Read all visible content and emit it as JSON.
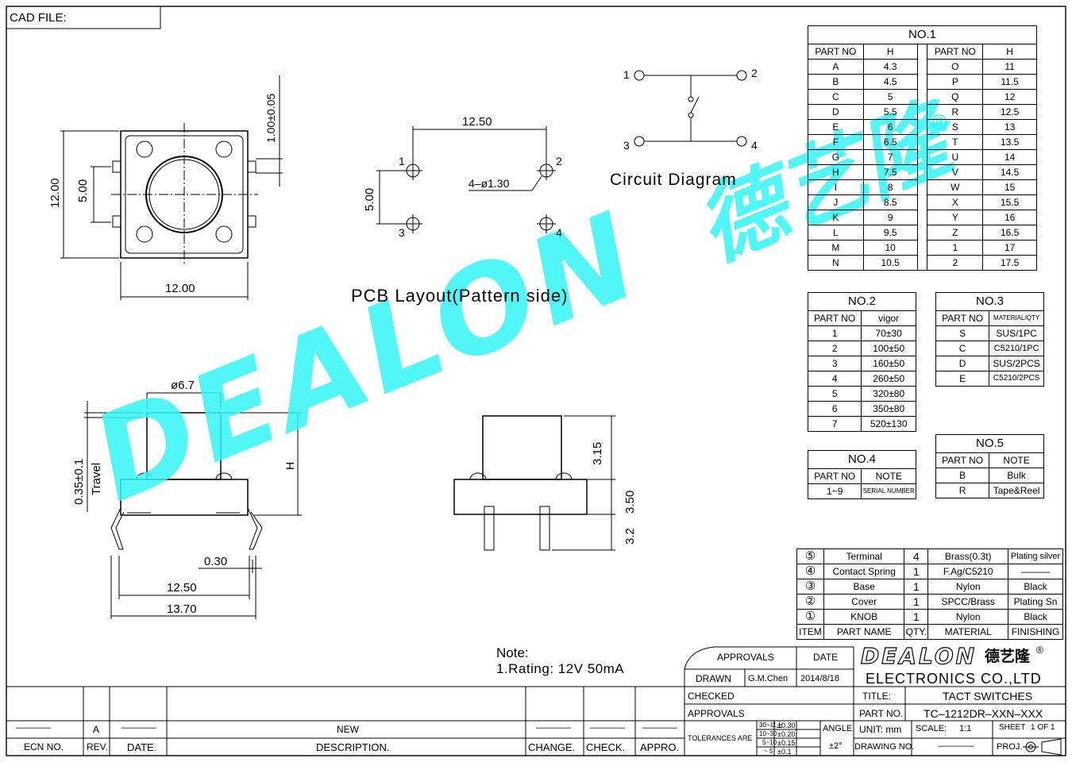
{
  "cad_file_label": "CAD FILE:",
  "watermark": {
    "brand": "DEALON",
    "cn": "德艺隆",
    "reg": "®",
    "color": "#33f5f5"
  },
  "top_view": {
    "h_dim": "12.00",
    "w_dim": "12.00",
    "pin_dim": "5.00",
    "gap_dim": "1.00±0.05"
  },
  "pcb": {
    "pitch": "12.50",
    "spacing": "5.00",
    "hole_note": "4–ø1.30",
    "pins": [
      "1",
      "2",
      "3",
      "4"
    ],
    "title": "PCB Layout(Pattern side)"
  },
  "circuit": {
    "title": "Circuit Diagram",
    "pins": [
      "1",
      "2",
      "3",
      "4"
    ]
  },
  "side_view": {
    "knob_dia": "ø6.7",
    "travel": "0.35±0.1",
    "travel_label": "Travel",
    "h_label": "H",
    "lead": "0.30",
    "pitch": "12.50",
    "overall": "13.70"
  },
  "front_view": {
    "d1": "3.15",
    "d2": "3.50",
    "d3": "3.2"
  },
  "note": {
    "title": "Note:",
    "line1": "1.Rating: 12V 50mA"
  },
  "no1": {
    "title": "NO.1",
    "headers": [
      "PART NO",
      "H",
      "PART NO",
      "H"
    ],
    "rows": [
      [
        "A",
        "4.3",
        "O",
        "11"
      ],
      [
        "B",
        "4.5",
        "P",
        "11.5"
      ],
      [
        "C",
        "5",
        "Q",
        "12"
      ],
      [
        "D",
        "5.5",
        "R",
        "12.5"
      ],
      [
        "E",
        "6",
        "S",
        "13"
      ],
      [
        "F",
        "6.5",
        "T",
        "13.5"
      ],
      [
        "G",
        "7",
        "U",
        "14"
      ],
      [
        "H",
        "7.5",
        "V",
        "14.5"
      ],
      [
        "I",
        "8",
        "W",
        "15"
      ],
      [
        "J",
        "8.5",
        "X",
        "15.5"
      ],
      [
        "K",
        "9",
        "Y",
        "16"
      ],
      [
        "L",
        "9.5",
        "Z",
        "16.5"
      ],
      [
        "M",
        "10",
        "1",
        "17"
      ],
      [
        "N",
        "10.5",
        "2",
        "17.5"
      ]
    ]
  },
  "no2": {
    "title": "NO.2",
    "headers": [
      "PART NO",
      "vigor"
    ],
    "rows": [
      [
        "1",
        "70±30"
      ],
      [
        "2",
        "100±50"
      ],
      [
        "3",
        "160±50"
      ],
      [
        "4",
        "260±50"
      ],
      [
        "5",
        "320±80"
      ],
      [
        "6",
        "350±80"
      ],
      [
        "7",
        "520±130"
      ]
    ]
  },
  "no3": {
    "title": "NO.3",
    "headers": [
      "PART NO",
      "MATERIAL/QTY"
    ],
    "rows": [
      [
        "S",
        "SUS/1PC"
      ],
      [
        "C",
        "C5210/1PC"
      ],
      [
        "D",
        "SUS/2PCS"
      ],
      [
        "E",
        "C5210/2PCS"
      ]
    ]
  },
  "no4": {
    "title": "NO.4",
    "headers": [
      "PART NO",
      "NOTE"
    ],
    "rows": [
      [
        "1~9",
        "SERIAL NUMBER"
      ]
    ]
  },
  "no5": {
    "title": "NO.5",
    "headers": [
      "PART NO",
      "NOTE"
    ],
    "rows": [
      [
        "B",
        "Bulk"
      ],
      [
        "R",
        "Tape&Reel"
      ]
    ]
  },
  "bom": {
    "rows": [
      [
        "⑤",
        "Terminal",
        "4",
        "Brass(0.3t)",
        "Plating silver"
      ],
      [
        "④",
        "Contact Spring",
        "1",
        "F.Ag/C5210",
        "———"
      ],
      [
        "③",
        "Base",
        "1",
        "Nylon",
        "Black"
      ],
      [
        "②",
        "Cover",
        "1",
        "SPCC/Brass",
        "Plating Sn"
      ],
      [
        "①",
        "KNOB",
        "1",
        "Nylon",
        "Black"
      ]
    ],
    "headers": [
      "ITEM",
      "PART NAME",
      "QTY.",
      "MATERIAL",
      "FINISHING"
    ]
  },
  "title_block": {
    "approvals": "APPROVALS",
    "date": "DATE",
    "drawn": "DRAWN",
    "drawn_by": "G.M.Chen",
    "drawn_date": "2014/8/18",
    "checked": "CHECKED",
    "approvals2": "APPROVALS",
    "tolerances": "TOLERANCES ARE",
    "tol_ranges": [
      "30~以上",
      "10~30",
      "5~10",
      "~ 5"
    ],
    "tol_vals": [
      "±0.30",
      "±0.20",
      "±0.15",
      "±0.1"
    ],
    "angle": "ANGLE",
    "angle_val": "±2°",
    "company_brand": "DEALON",
    "company_cn": "德艺隆",
    "company_reg": "®",
    "company": "ELECTRONICS CO.,LTD",
    "title_label": "TITLE:",
    "title": "TACT SWITCHES",
    "part_label": "PART NO.",
    "part": "TC–1212DR–XXN–XXX",
    "unit": "UNIT: mm",
    "scale": "SCALE:",
    "scale_val": "1:1",
    "sheet": "SHEET",
    "sheet_val": "1 OF 1",
    "drawing_no": "DRAWING NO.",
    "drawing_val": "————",
    "proj": "PROJ."
  },
  "revision": {
    "a": "A",
    "dash": "————",
    "new": "NEW",
    "headers": [
      "ECN NO.",
      "REV.",
      "DATE.",
      "DESCRIPTION.",
      "CHANGE.",
      "CHECK.",
      "APPRO."
    ]
  }
}
